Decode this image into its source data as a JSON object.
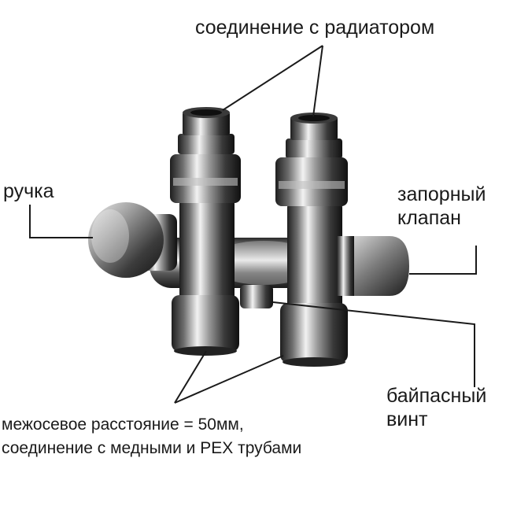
{
  "labels": {
    "radiator_connection": "соединение с радиатором",
    "handle": "ручка",
    "shutoff_valve": [
      "запорный",
      "клапан"
    ],
    "bypass_screw": [
      "байпасный",
      "винт"
    ],
    "spacing_note": [
      "межосевое расстояние = 50мм,",
      "соединение с медными и PEX трубами"
    ]
  },
  "colors": {
    "chrome_dark": "#2b2b2b",
    "chrome_mid": "#8a8a8a",
    "chrome_light": "#e6e6e6",
    "leader_line": "#1a1a1a"
  }
}
